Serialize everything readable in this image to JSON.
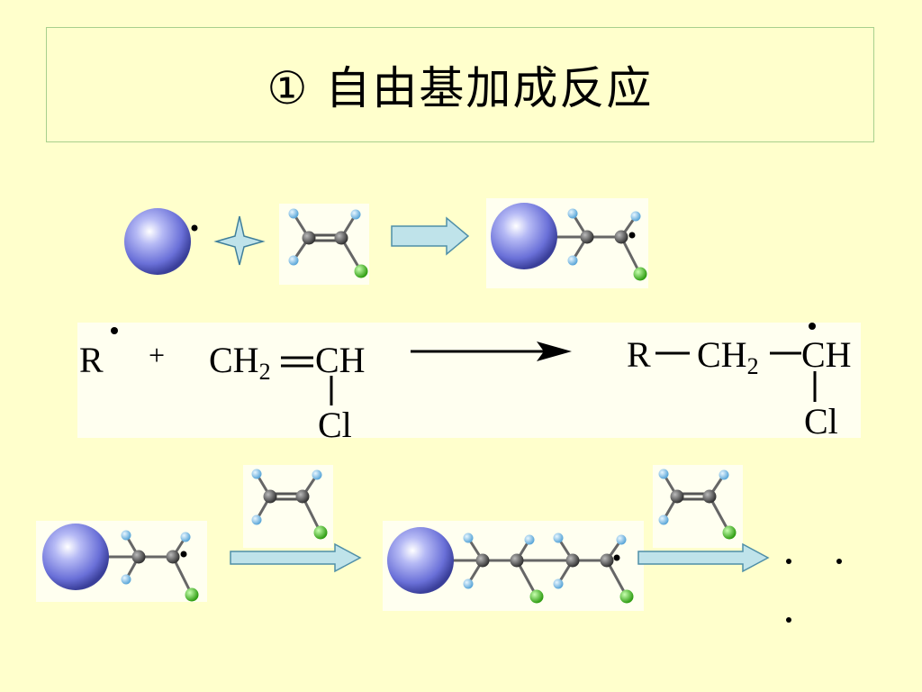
{
  "slide": {
    "title": "① 自由基加成反应"
  },
  "equation": {
    "reactant_radical": "R",
    "plus": "+",
    "monomer_main": "CH",
    "monomer_sub": "2",
    "monomer_double": "═",
    "monomer_ch": "CH",
    "substituent": "Cl",
    "product_r": "R",
    "product_bond1": "—",
    "product_ch2": "CH",
    "product_sub": "2",
    "product_bond2": "—",
    "product_ch": "CH",
    "product_substituent": "Cl"
  },
  "colors": {
    "background": "#ffffcc",
    "sphere": "#7c82e0",
    "carbon": "#555555",
    "hydrogen": "#8fc8ee",
    "chlorine": "#4fcc2a",
    "arrow_fill": "#bfe3ea",
    "arrow_stroke": "#5f9fb0"
  }
}
